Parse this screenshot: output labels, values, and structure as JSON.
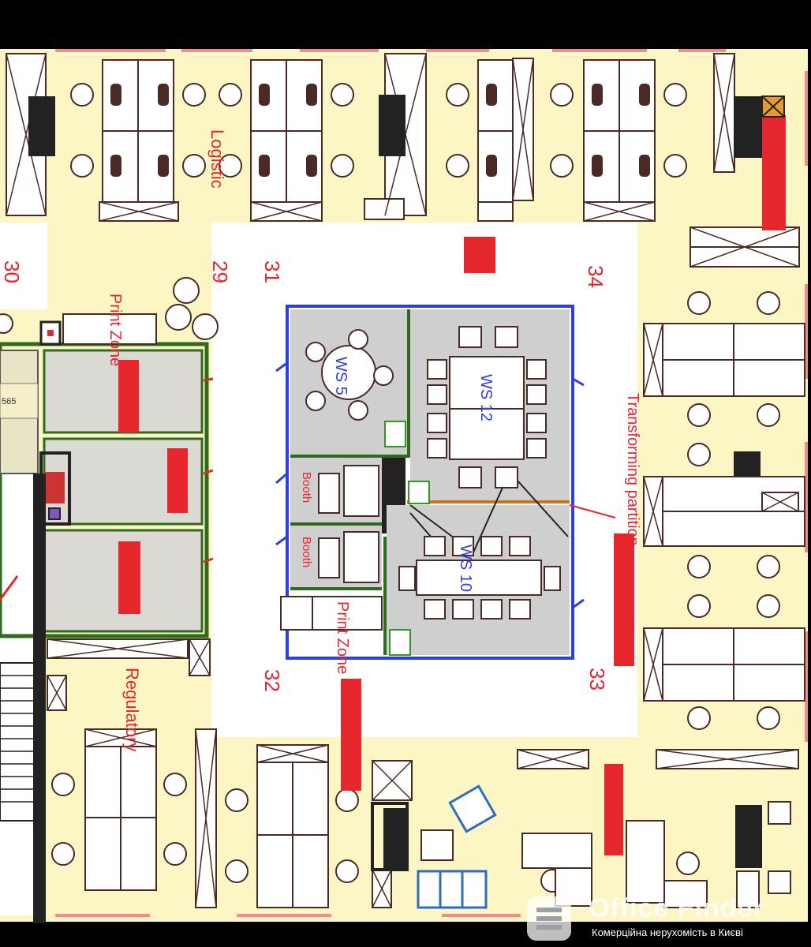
{
  "labels": {
    "logistic": "Logistic",
    "regulatory": "Regulatory",
    "print_zone_left": "Print Zone",
    "print_zone_center": "Print Zone",
    "transforming_partition": "Transforming partition",
    "booth_1": "Booth",
    "booth_2": "Booth",
    "ws_a": "WS 5",
    "ws_b": "WS 12",
    "ws_c": "WS 10",
    "room_30": "30",
    "room_29": "29",
    "room_31": "31",
    "room_34": "34",
    "room_32": "32",
    "room_33": "33",
    "small_num": "565"
  },
  "watermark": {
    "name": "Office Finder",
    "tagline": "Комерційна нерухомість в Києві"
  },
  "colors": {
    "floor": "#fbf6c4",
    "corridor": "#ffffff",
    "meeting_room": "#cfcfcf",
    "outline_blue": "#2b3fe0",
    "wall_green": "#2e6b1e",
    "furniture_outline": "#4a2a24",
    "marker_red": "#e6282e"
  }
}
